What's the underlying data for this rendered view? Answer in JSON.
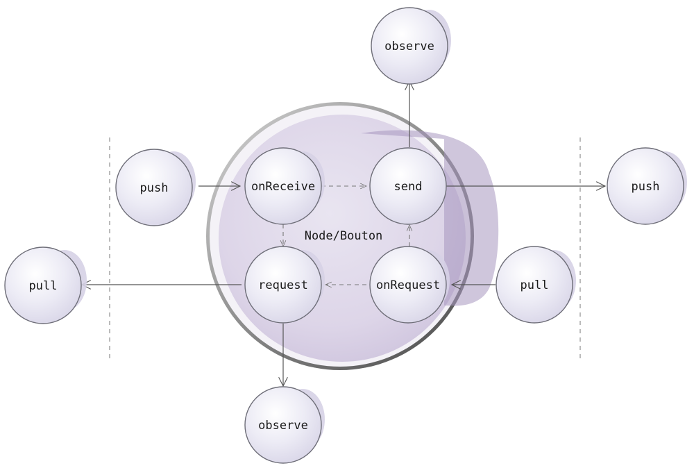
{
  "diagram": {
    "center_label": "Node/Bouton",
    "nodes": {
      "observe_top": "observe",
      "push_left": "push",
      "on_receive": "onReceive",
      "send": "send",
      "push_right": "push",
      "pull_left": "pull",
      "request": "request",
      "on_request": "onRequest",
      "pull_right": "pull",
      "observe_bottom": "observe"
    }
  }
}
